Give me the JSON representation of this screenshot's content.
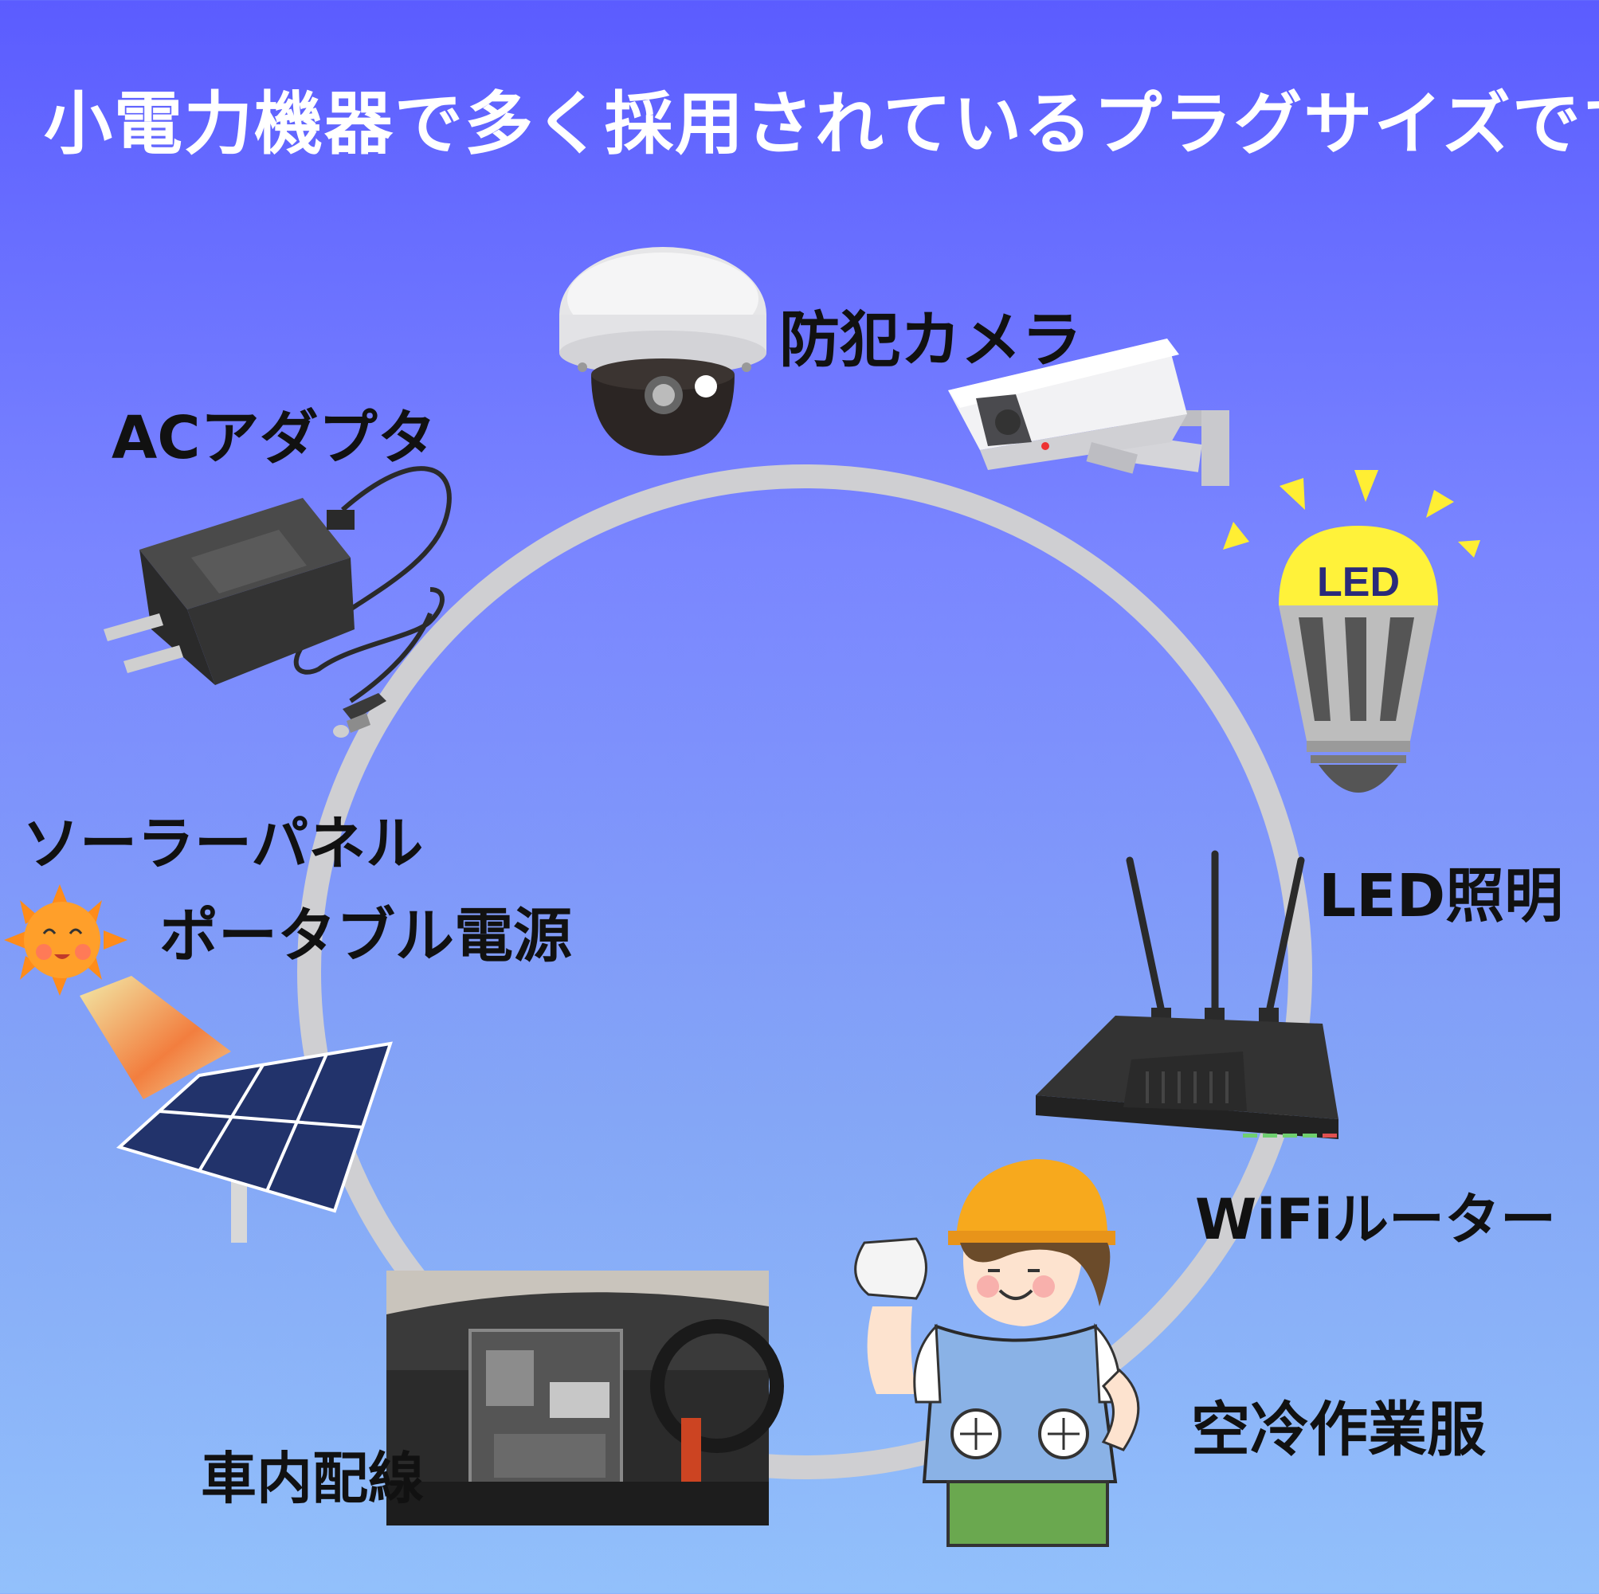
{
  "title": "小電力機器で多く採用されているプラグサイズです",
  "colors": {
    "background_top": "#5b5cff",
    "background_bottom": "#92c0fb",
    "ring": "#cfcfd2",
    "title_text": "#ffffff",
    "label_text": "#111111",
    "led_yellow": "#ffee33"
  },
  "items": {
    "security_camera": {
      "label": "防犯カメラ",
      "icons": [
        "dome-camera-icon",
        "bullet-camera-icon"
      ]
    },
    "ac_adapter": {
      "label": "ACアダプタ",
      "icon": "ac-adapter-icon"
    },
    "led_lighting": {
      "label": "LED照明",
      "icon": "led-bulb-icon",
      "bulb_text": "LED"
    },
    "solar_portable": {
      "label_line1": "ソーラーパネル",
      "label_line2": "ポータブル電源",
      "icons": [
        "sun-icon",
        "solar-panel-icon"
      ]
    },
    "wifi_router": {
      "label": "WiFiルーター",
      "icon": "wifi-router-icon"
    },
    "car_wiring": {
      "label": "車内配線",
      "icon": "car-dashboard-photo"
    },
    "cooling_workwear": {
      "label": "空冷作業服",
      "icon": "worker-in-fan-vest-illustration"
    }
  }
}
